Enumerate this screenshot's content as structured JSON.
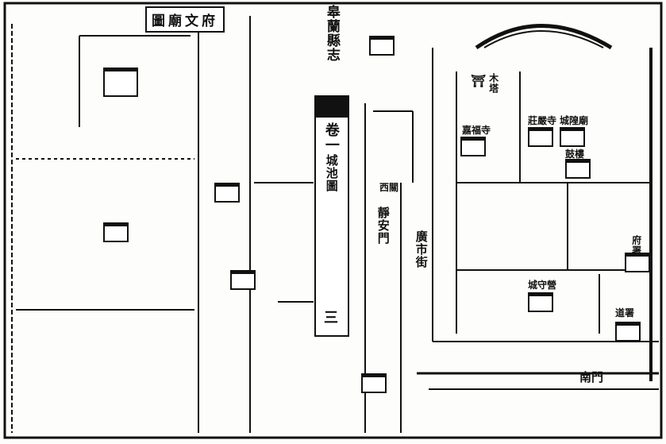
{
  "header": {
    "left_title": "圖廟文府",
    "book_title": "皋蘭縣志",
    "volume": "卷一",
    "map_title": "城池圖",
    "page_number": "三"
  },
  "labels": {
    "wooden_pagoda": "木塔",
    "jiafu_temple": "嘉福寺",
    "zhuangyan_temple": "莊嚴寺",
    "city_god_temple": "城隍廟",
    "drum_tower": "鼓樓",
    "prefecture_office": "府署",
    "circuit_office": "道署",
    "garrison_camp": "城守營",
    "south_gate": "南門",
    "guangshi_street": "廣市街",
    "jingan_gate": "靜安門",
    "west_pass": "西關"
  },
  "colors": {
    "ink": "#111111",
    "paper": "#fdfdfb"
  }
}
